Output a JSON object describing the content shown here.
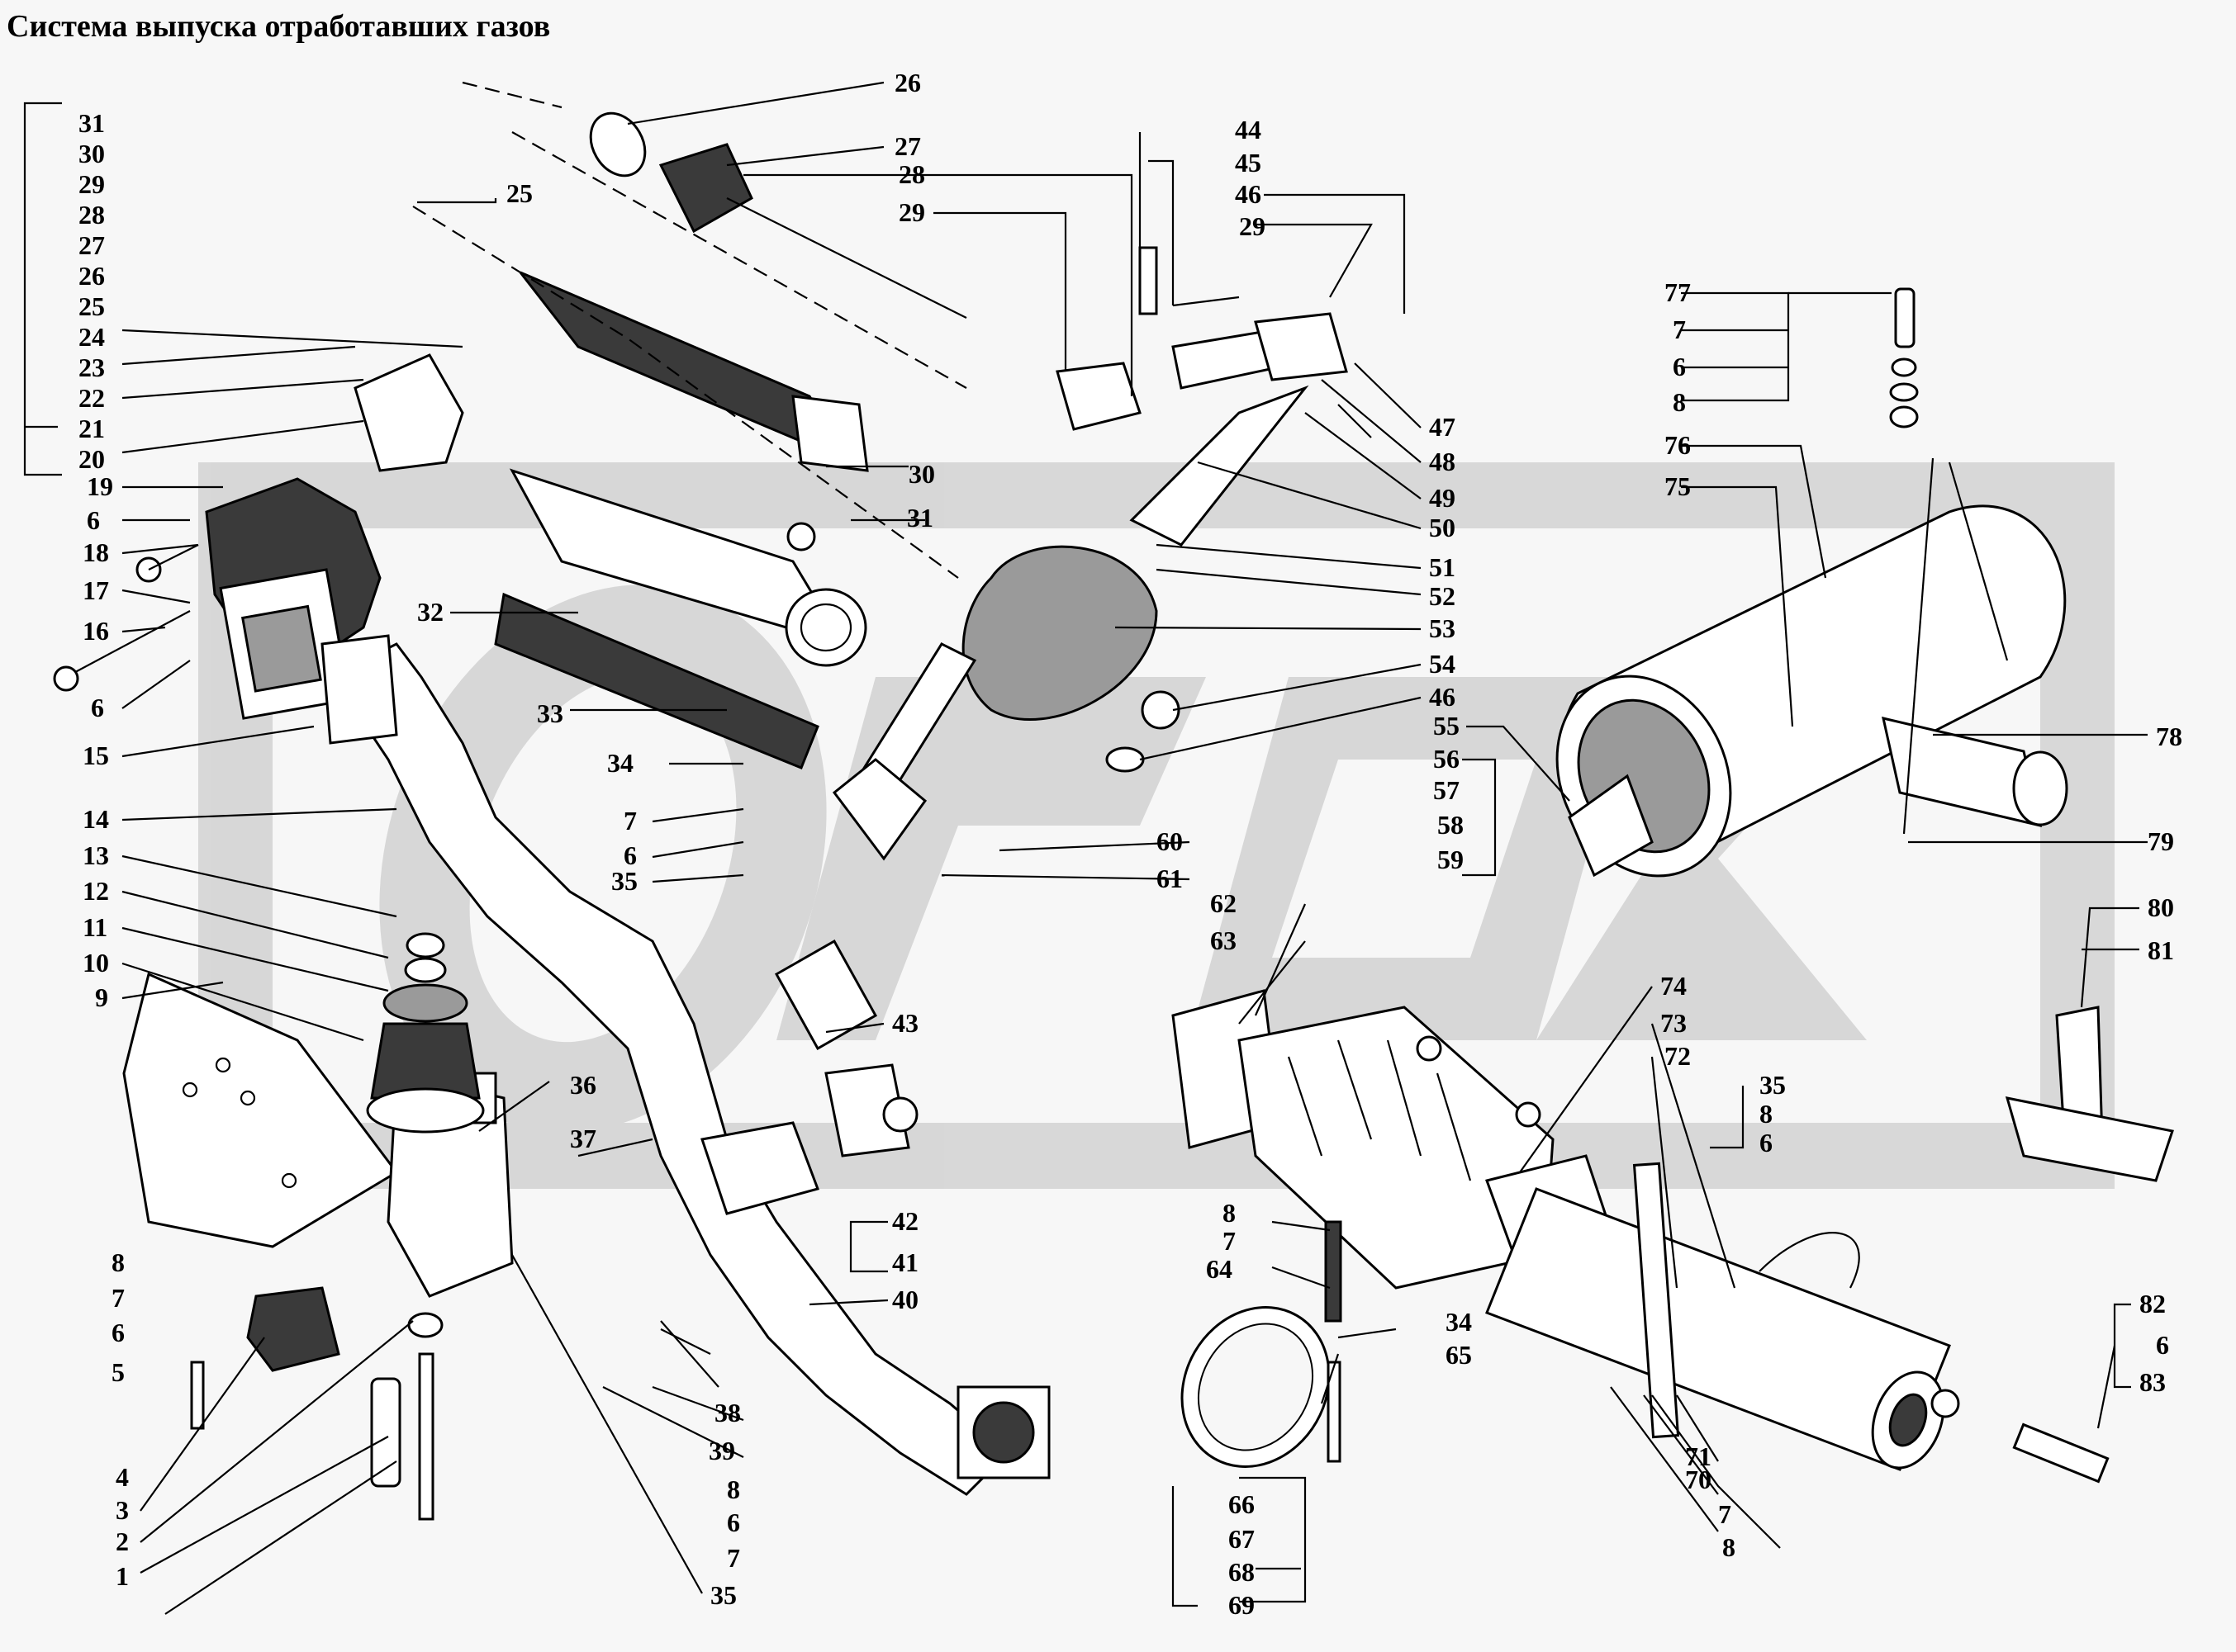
{
  "title": "Система выпуска отработавших газов",
  "callouts": [
    {
      "id": "1",
      "text": "1"
    },
    {
      "id": "2",
      "text": "2"
    },
    {
      "id": "3",
      "text": "3"
    },
    {
      "id": "4",
      "text": "4"
    },
    {
      "id": "5",
      "text": "5"
    },
    {
      "id": "6a",
      "text": "6"
    },
    {
      "id": "7a",
      "text": "7"
    },
    {
      "id": "8a",
      "text": "8"
    },
    {
      "id": "9",
      "text": "9"
    },
    {
      "id": "10",
      "text": "10"
    },
    {
      "id": "11",
      "text": "11"
    },
    {
      "id": "12",
      "text": "12"
    },
    {
      "id": "13",
      "text": "13"
    },
    {
      "id": "14",
      "text": "14"
    },
    {
      "id": "15",
      "text": "15"
    },
    {
      "id": "6b",
      "text": "6"
    },
    {
      "id": "16",
      "text": "16"
    },
    {
      "id": "17",
      "text": "17"
    },
    {
      "id": "18",
      "text": "18"
    },
    {
      "id": "6c",
      "text": "6"
    },
    {
      "id": "19",
      "text": "19"
    },
    {
      "id": "20",
      "text": "20"
    },
    {
      "id": "21",
      "text": "21"
    },
    {
      "id": "22",
      "text": "22"
    },
    {
      "id": "23",
      "text": "23"
    },
    {
      "id": "24",
      "text": "24"
    },
    {
      "id": "25a",
      "text": "25"
    },
    {
      "id": "26a",
      "text": "26"
    },
    {
      "id": "27a",
      "text": "27"
    },
    {
      "id": "28a",
      "text": "28"
    },
    {
      "id": "29a",
      "text": "29"
    },
    {
      "id": "30a",
      "text": "30"
    },
    {
      "id": "31a",
      "text": "31"
    },
    {
      "id": "25b",
      "text": "25"
    },
    {
      "id": "26b",
      "text": "26"
    },
    {
      "id": "27b",
      "text": "27"
    },
    {
      "id": "28b",
      "text": "28"
    },
    {
      "id": "29b",
      "text": "29"
    },
    {
      "id": "30b",
      "text": "30"
    },
    {
      "id": "31b",
      "text": "31"
    },
    {
      "id": "32",
      "text": "32"
    },
    {
      "id": "33",
      "text": "33"
    },
    {
      "id": "34a",
      "text": "34"
    },
    {
      "id": "7b",
      "text": "7"
    },
    {
      "id": "6d",
      "text": "6"
    },
    {
      "id": "35a",
      "text": "35"
    },
    {
      "id": "36",
      "text": "36"
    },
    {
      "id": "37",
      "text": "37"
    },
    {
      "id": "38",
      "text": "38"
    },
    {
      "id": "39",
      "text": "39"
    },
    {
      "id": "8b",
      "text": "8"
    },
    {
      "id": "6e",
      "text": "6"
    },
    {
      "id": "7c",
      "text": "7"
    },
    {
      "id": "35b",
      "text": "35"
    },
    {
      "id": "40",
      "text": "40"
    },
    {
      "id": "41",
      "text": "41"
    },
    {
      "id": "42",
      "text": "42"
    },
    {
      "id": "43",
      "text": "43"
    },
    {
      "id": "44",
      "text": "44"
    },
    {
      "id": "45",
      "text": "45"
    },
    {
      "id": "46a",
      "text": "46"
    },
    {
      "id": "29c",
      "text": "29"
    },
    {
      "id": "47",
      "text": "47"
    },
    {
      "id": "48",
      "text": "48"
    },
    {
      "id": "49",
      "text": "49"
    },
    {
      "id": "50",
      "text": "50"
    },
    {
      "id": "51",
      "text": "51"
    },
    {
      "id": "52",
      "text": "52"
    },
    {
      "id": "53",
      "text": "53"
    },
    {
      "id": "54",
      "text": "54"
    },
    {
      "id": "46b",
      "text": "46"
    },
    {
      "id": "55",
      "text": "55"
    },
    {
      "id": "56",
      "text": "56"
    },
    {
      "id": "57",
      "text": "57"
    },
    {
      "id": "58",
      "text": "58"
    },
    {
      "id": "59",
      "text": "59"
    },
    {
      "id": "60",
      "text": "60"
    },
    {
      "id": "61",
      "text": "61"
    },
    {
      "id": "62",
      "text": "62"
    },
    {
      "id": "63",
      "text": "63"
    },
    {
      "id": "8c",
      "text": "8"
    },
    {
      "id": "7d",
      "text": "7"
    },
    {
      "id": "64",
      "text": "64"
    },
    {
      "id": "34b",
      "text": "34"
    },
    {
      "id": "65",
      "text": "65"
    },
    {
      "id": "66",
      "text": "66"
    },
    {
      "id": "67",
      "text": "67"
    },
    {
      "id": "68",
      "text": "68"
    },
    {
      "id": "69",
      "text": "69"
    },
    {
      "id": "74",
      "text": "74"
    },
    {
      "id": "73",
      "text": "73"
    },
    {
      "id": "72",
      "text": "72"
    },
    {
      "id": "35c",
      "text": "35"
    },
    {
      "id": "8d",
      "text": "8"
    },
    {
      "id": "6f",
      "text": "6"
    },
    {
      "id": "71",
      "text": "71"
    },
    {
      "id": "70",
      "text": "70"
    },
    {
      "id": "7e",
      "text": "7"
    },
    {
      "id": "8e",
      "text": "8"
    },
    {
      "id": "77",
      "text": "77"
    },
    {
      "id": "7f",
      "text": "7"
    },
    {
      "id": "6g",
      "text": "6"
    },
    {
      "id": "8f",
      "text": "8"
    },
    {
      "id": "76",
      "text": "76"
    },
    {
      "id": "75",
      "text": "75"
    },
    {
      "id": "78",
      "text": "78"
    },
    {
      "id": "79",
      "text": "79"
    },
    {
      "id": "80",
      "text": "80"
    },
    {
      "id": "81",
      "text": "81"
    },
    {
      "id": "82",
      "text": "82"
    },
    {
      "id": "6h",
      "text": "6"
    },
    {
      "id": "83",
      "text": "83"
    }
  ],
  "watermark": {
    "text": "OPEN"
  }
}
